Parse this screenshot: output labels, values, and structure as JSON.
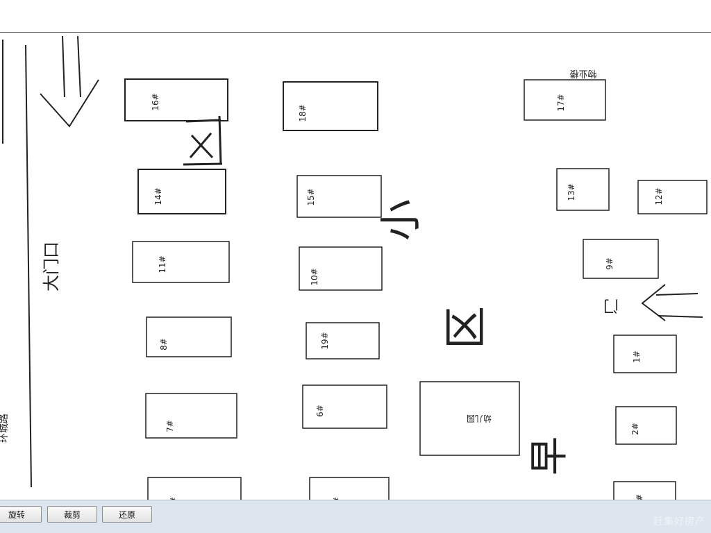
{
  "map": {
    "buildings": [
      {
        "label": "16#",
        "name": "building-16"
      },
      {
        "label": "18#",
        "name": "building-18"
      },
      {
        "label": "17#",
        "name": "building-17"
      },
      {
        "label": "14#",
        "name": "building-14"
      },
      {
        "label": "15#",
        "name": "building-15"
      },
      {
        "label": "13#",
        "name": "building-13"
      },
      {
        "label": "12#",
        "name": "building-12"
      },
      {
        "label": "11#",
        "name": "building-11"
      },
      {
        "label": "10#",
        "name": "building-10"
      },
      {
        "label": "9#",
        "name": "building-9"
      },
      {
        "label": "8#",
        "name": "building-8"
      },
      {
        "label": "19#",
        "name": "building-19"
      },
      {
        "label": "1#",
        "name": "building-1"
      },
      {
        "label": "7#",
        "name": "building-7"
      },
      {
        "label": "6#",
        "name": "building-6"
      },
      {
        "label": "幼儿园",
        "name": "building-kindergarten"
      },
      {
        "label": "2#",
        "name": "building-2"
      },
      {
        "label": "#",
        "name": "building-bottom-left"
      },
      {
        "label": "#",
        "name": "building-bottom-mid"
      },
      {
        "label": "#",
        "name": "building-bottom-right"
      }
    ],
    "labels": {
      "main_gate": "大门口",
      "side_gate": "门",
      "road": "环城路",
      "top_right": "物业楼",
      "district_xiao": "小",
      "district_qu": "区",
      "area_char": "早"
    }
  },
  "toolbar": {
    "rotate_label": "旋转",
    "crop_label": "裁剪",
    "reset_label": "还原",
    "watermark": "赶集好房产"
  },
  "colors": {
    "toolbar_bg": "#dde6ef",
    "line": "#222222"
  }
}
